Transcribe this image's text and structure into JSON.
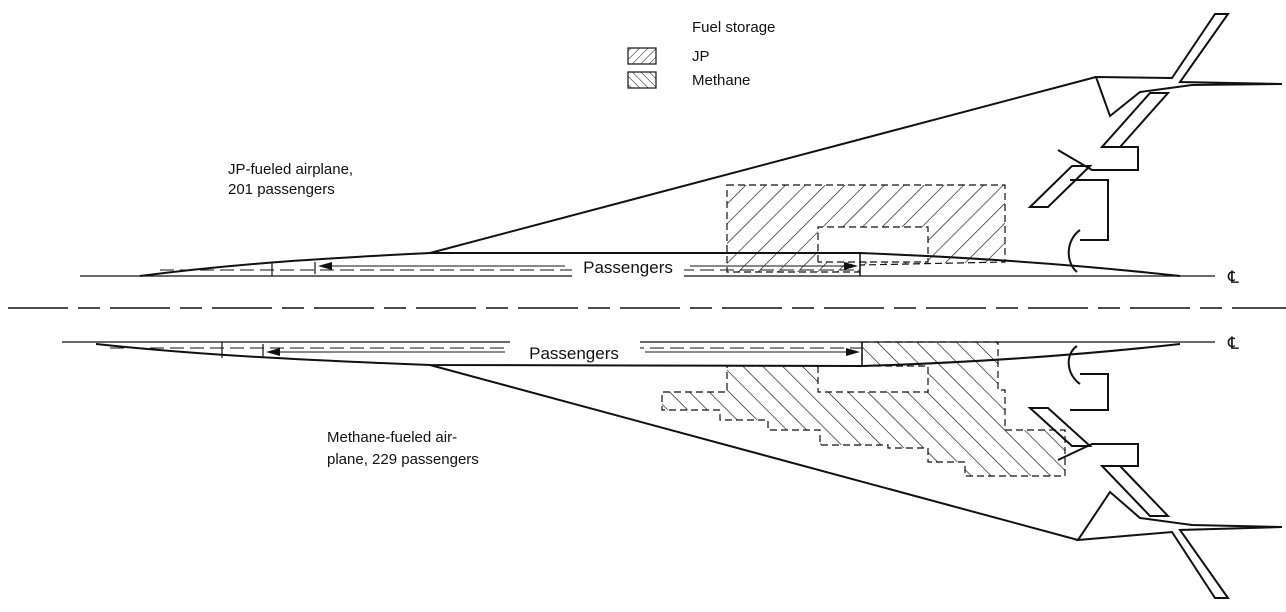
{
  "legend": {
    "title": "Fuel storage",
    "items": [
      {
        "label": "JP",
        "pattern": "hatch-forward"
      },
      {
        "label": "Methane",
        "pattern": "hatch-back"
      }
    ]
  },
  "airplanes": {
    "jp": {
      "label_line1": "JP-fueled airplane,",
      "label_line2": "201 passengers",
      "passengers_label": "Passengers",
      "centerline_symbol": "℄"
    },
    "methane": {
      "label_line1": "Methane-fueled air-",
      "label_line2": "plane, 229 passengers",
      "passengers_label": "Passengers",
      "centerline_symbol": "℄"
    }
  },
  "colors": {
    "ink": "#111111",
    "background": "#ffffff"
  }
}
